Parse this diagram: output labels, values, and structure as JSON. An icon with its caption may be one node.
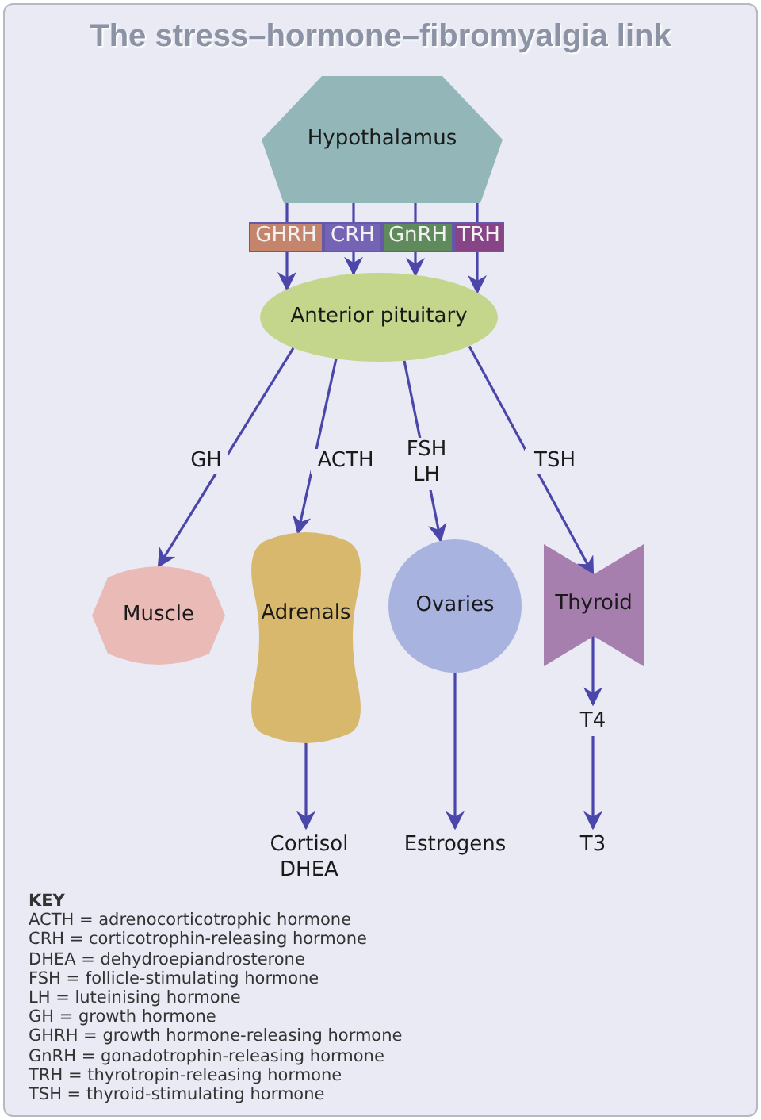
{
  "diagram": {
    "title": "The stress–hormone–fibromyalgia link",
    "nodes": [
      {
        "text": [
          "Hypothalamus"
        ]
      },
      {
        "text": [
          "GHRH"
        ]
      },
      {
        "text": [
          "CRH"
        ]
      },
      {
        "text": [
          "GnRH"
        ]
      },
      {
        "text": [
          "TRH"
        ]
      },
      {
        "text": [
          "Anterior pituitary"
        ]
      },
      {
        "text": [
          "Muscle"
        ]
      },
      {
        "text": [
          "Adrenals"
        ]
      },
      {
        "text": [
          "Ovaries"
        ]
      },
      {
        "text": [
          "Thyroid"
        ]
      },
      {
        "text": [
          "Cortisol",
          "DHEA"
        ]
      },
      {
        "text": [
          "Estrogens"
        ]
      },
      {
        "text": [
          "T4"
        ]
      },
      {
        "text": [
          "T3"
        ]
      }
    ],
    "edges": [
      {
        "from": 0,
        "to": 1,
        "arrow": "none"
      },
      {
        "from": 0,
        "to": 2,
        "arrow": "none"
      },
      {
        "from": 0,
        "to": 3,
        "arrow": "none"
      },
      {
        "from": 0,
        "to": 4,
        "arrow": "none"
      },
      {
        "from": 1,
        "to": 5,
        "arrow": "to"
      },
      {
        "from": 2,
        "to": 5,
        "arrow": "to"
      },
      {
        "from": 3,
        "to": 5,
        "arrow": "to"
      },
      {
        "from": 4,
        "to": 5,
        "arrow": "to"
      },
      {
        "from": 5,
        "to": 6,
        "arrow": "to",
        "label": "GH"
      },
      {
        "from": 5,
        "to": 7,
        "arrow": "to",
        "label": "ACTH"
      },
      {
        "from": 5,
        "to": 8,
        "arrow": "to",
        "label": "FSH LH"
      },
      {
        "from": 5,
        "to": 9,
        "arrow": "to",
        "label": "TSH"
      },
      {
        "from": 7,
        "to": 10,
        "arrow": "to"
      },
      {
        "from": 8,
        "to": 11,
        "arrow": "to"
      },
      {
        "from": 9,
        "to": 12,
        "arrow": "to"
      },
      {
        "from": 12,
        "to": 13,
        "arrow": "to"
      }
    ],
    "labels": [
      "KEY",
      "ACTH = adrenocorticotrophic hormone",
      "CRH = corticotrophin-releasing hormone",
      "DHEA =  dehydroepiandrosterone",
      "FSH = follicle-stimulating hormone",
      "LH = luteinising hormone",
      "GH = growth hormone",
      "GHRH = growth hormone-releasing hormone",
      "GnRH = gonadotrophin-releasing hormone",
      "TRH = thyrotropin-releasing hormone",
      "TSH = thyroid-stimulating hormone"
    ]
  }
}
